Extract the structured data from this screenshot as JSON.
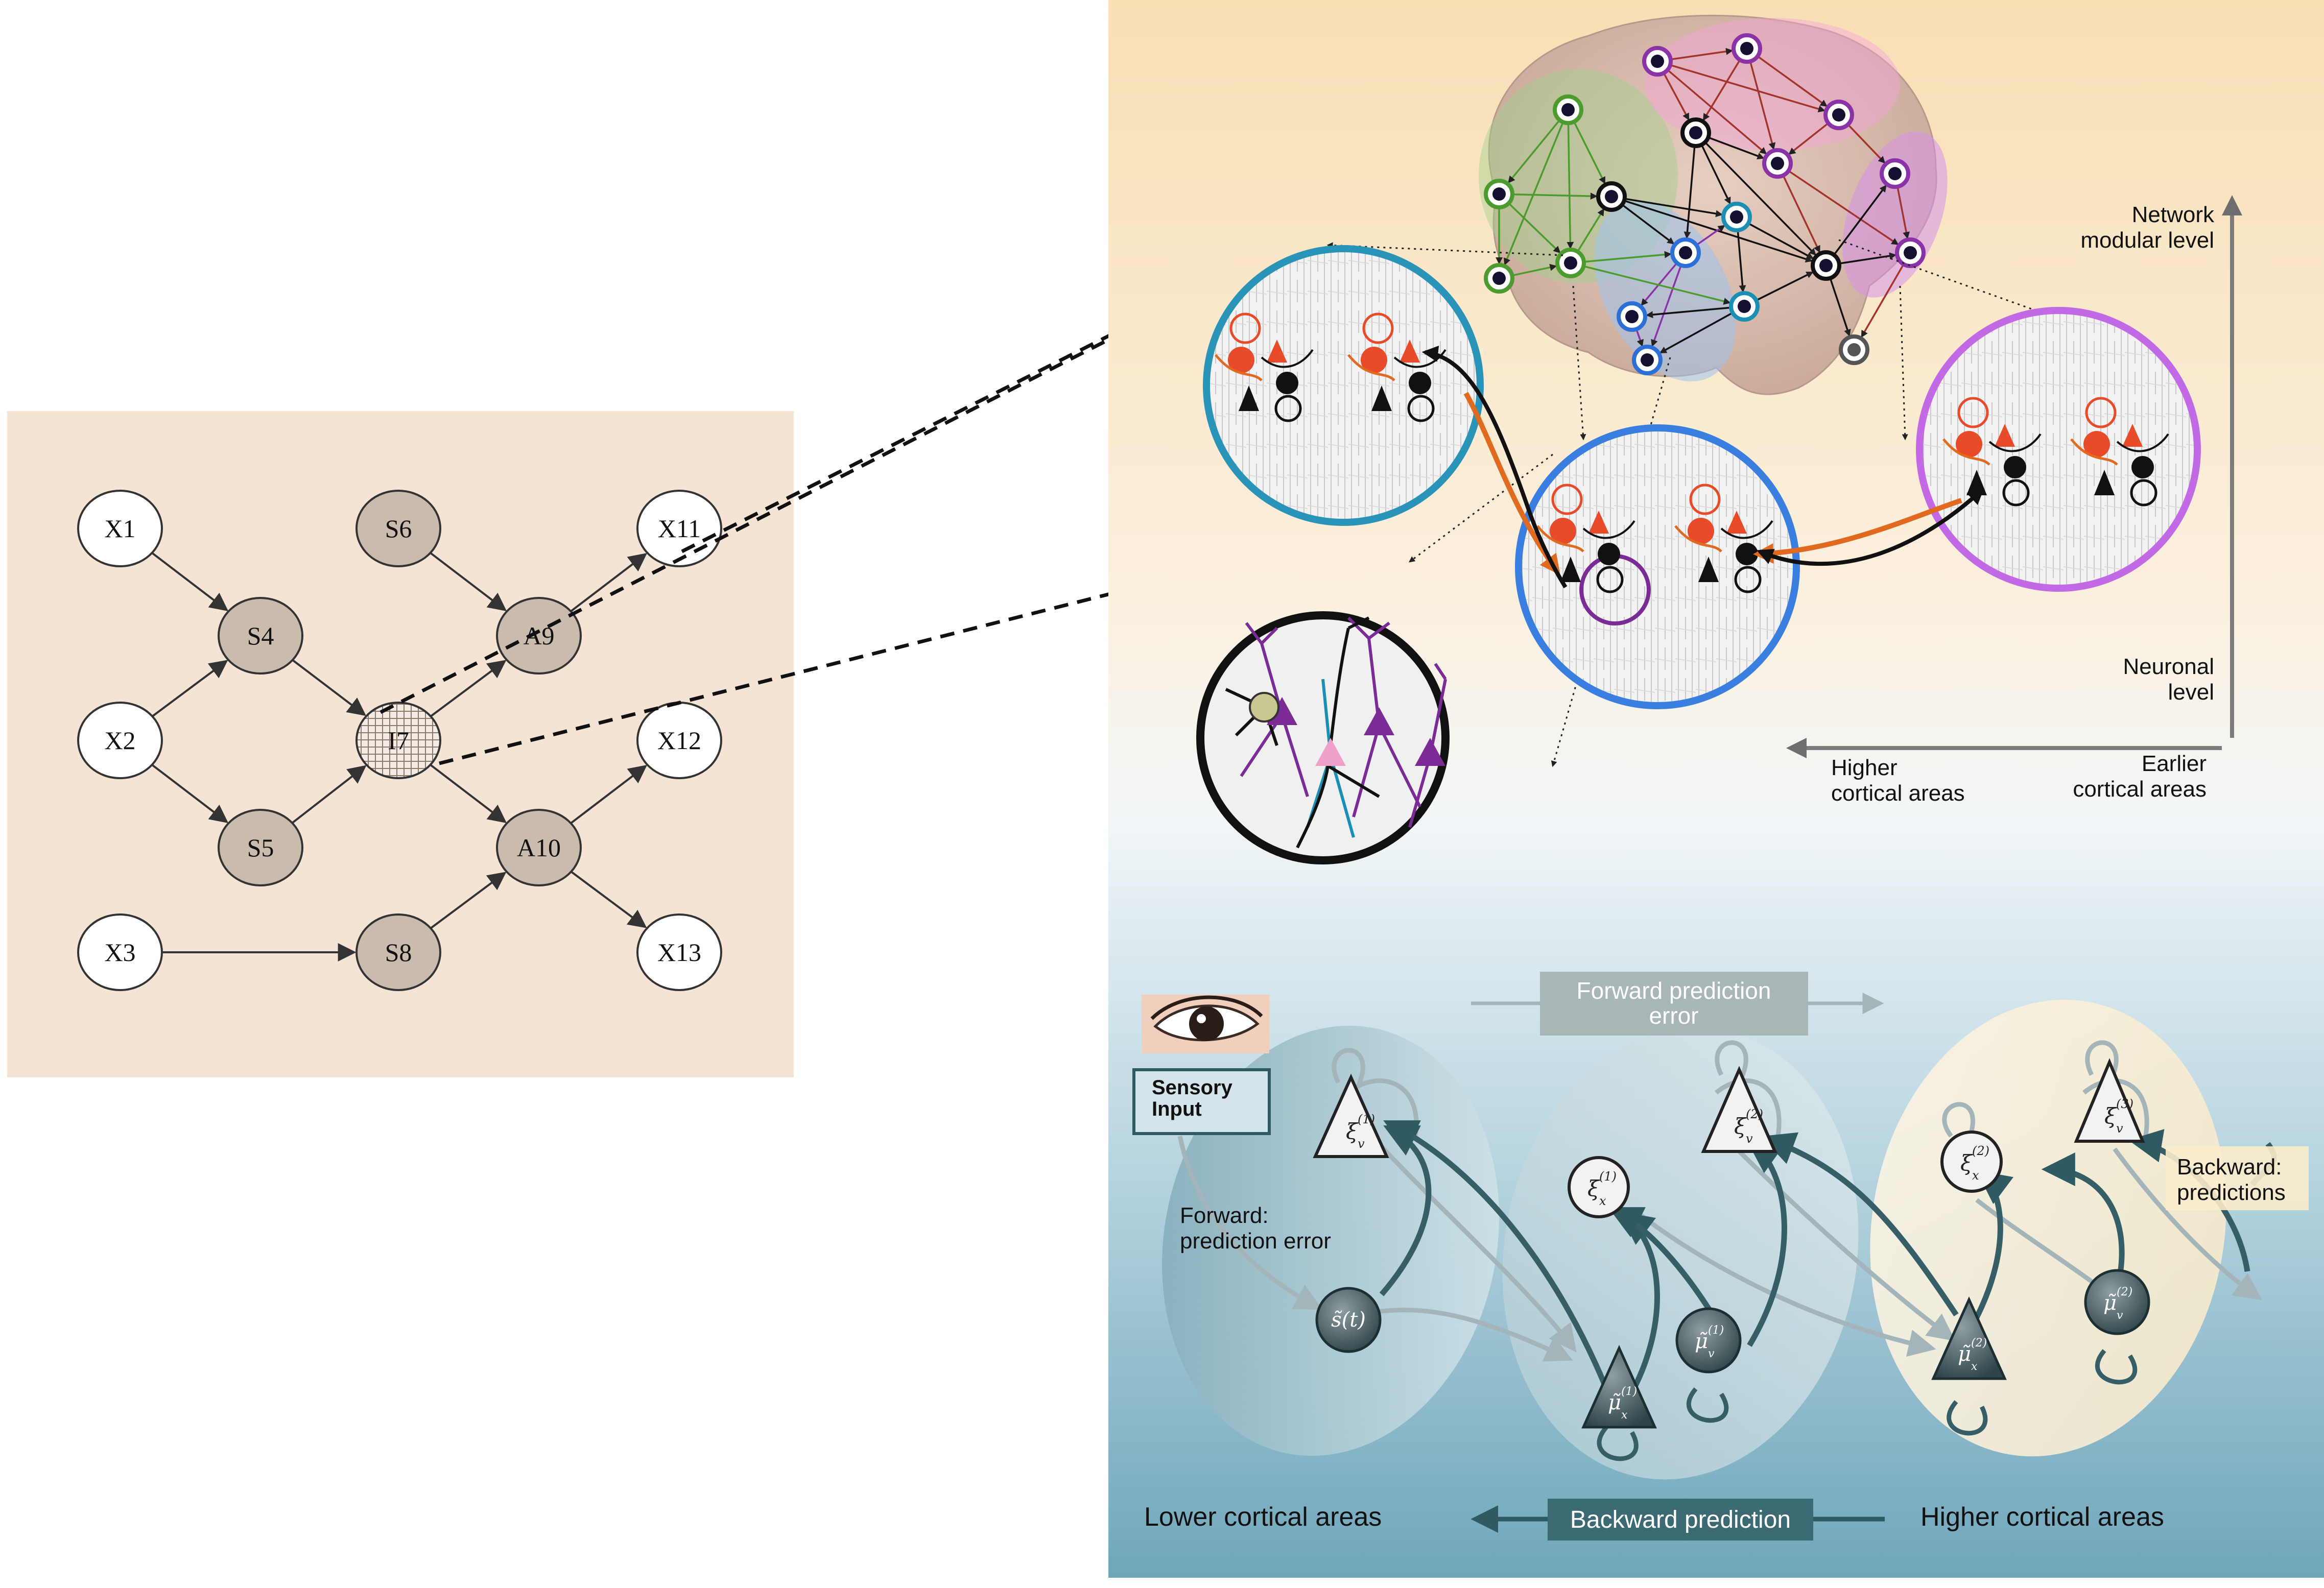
{
  "bayes_net": {
    "nodes": [
      {
        "id": "X1",
        "label": "X1",
        "kind": "observed"
      },
      {
        "id": "X2",
        "label": "X2",
        "kind": "observed"
      },
      {
        "id": "X3",
        "label": "X3",
        "kind": "observed"
      },
      {
        "id": "S4",
        "label": "S4",
        "kind": "hidden"
      },
      {
        "id": "S5",
        "label": "S5",
        "kind": "hidden"
      },
      {
        "id": "S6",
        "label": "S6",
        "kind": "hidden"
      },
      {
        "id": "I7",
        "label": "I7",
        "kind": "intervention"
      },
      {
        "id": "S8",
        "label": "S8",
        "kind": "hidden"
      },
      {
        "id": "A9",
        "label": "A9",
        "kind": "hidden"
      },
      {
        "id": "A10",
        "label": "A10",
        "kind": "hidden"
      },
      {
        "id": "X11",
        "label": "X11",
        "kind": "observed"
      },
      {
        "id": "X12",
        "label": "X12",
        "kind": "observed"
      },
      {
        "id": "X13",
        "label": "X13",
        "kind": "observed"
      }
    ],
    "edges": [
      [
        "X1",
        "S4"
      ],
      [
        "X2",
        "S4"
      ],
      [
        "X2",
        "S5"
      ],
      [
        "S4",
        "I7"
      ],
      [
        "S5",
        "I7"
      ],
      [
        "S6",
        "A9"
      ],
      [
        "I7",
        "A9"
      ],
      [
        "I7",
        "A10"
      ],
      [
        "A9",
        "X11"
      ],
      [
        "X3",
        "S8"
      ],
      [
        "S8",
        "A10"
      ],
      [
        "A10",
        "X12"
      ],
      [
        "A10",
        "X13"
      ]
    ]
  },
  "brain_panel": {
    "axis_up_top": "Network",
    "axis_up_bottom": "modular level",
    "neuronal_top": "Neuronal",
    "neuronal_bottom": "level",
    "higher_top": "Higher",
    "higher_bottom": "cortical areas",
    "earlier_top": "Earlier",
    "earlier_bottom": "cortical areas"
  },
  "predictive_panel": {
    "forward_box_top": "Forward prediction",
    "forward_box_bottom": "error",
    "sensory_top": "Sensory",
    "sensory_bottom": "Input",
    "forward_pe_top": "Forward:",
    "forward_pe_bottom": "prediction error",
    "backward_pred_top": "Backward:",
    "backward_pred_bottom": "predictions",
    "lower_areas": "Lower cortical areas",
    "backward_prediction": "Backward prediction",
    "higher_areas": "Higher cortical areas",
    "symbols": {
      "xi_v1": "ξ",
      "xi_v1_sub": "v",
      "xi_v1_sup": "(1)",
      "xi_v2": "ξ",
      "xi_v2_sub": "v",
      "xi_v2_sup": "(2)",
      "xi_v3": "ξ",
      "xi_v3_sub": "v",
      "xi_v3_sup": "(3)",
      "xi_x1": "ξ",
      "xi_x1_sub": "x",
      "xi_x1_sup": "(1)",
      "xi_x2": "ξ",
      "xi_x2_sub": "x",
      "xi_x2_sup": "(2)",
      "s_t": "s̃(t)",
      "mu_x1": "μ̃",
      "mu_x1_sub": "x",
      "mu_x1_sup": "(1)",
      "mu_v1": "μ̃",
      "mu_v1_sub": "v",
      "mu_v1_sup": "(1)",
      "mu_x2": "μ̃",
      "mu_x2_sub": "x",
      "mu_x2_sup": "(2)",
      "mu_v2": "μ̃",
      "mu_v2_sub": "v",
      "mu_v2_sup": "(2)"
    }
  },
  "colors": {
    "bayes_bg": "#f5e4d4",
    "observed_fill": "#ffffff",
    "hidden_fill": "#c9bcad",
    "brain_top": "#f7dcb0",
    "panel_bottom": "#7fb2c4",
    "error_arrow": "#a9b9bd",
    "prediction_arrow": "#355e66",
    "orange": "#e06a1f",
    "red": "#e84b2a",
    "purple": "#8a33a6",
    "blue": "#2c6fd6",
    "teal": "#1b8fb3",
    "green": "#4b9b2e"
  }
}
